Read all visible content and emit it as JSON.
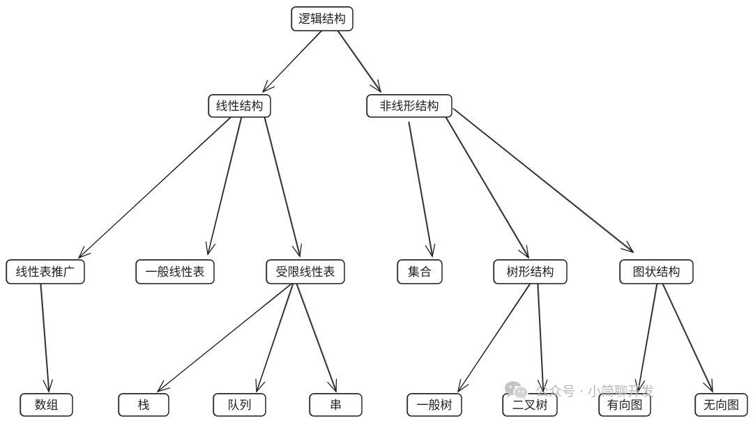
{
  "diagram": {
    "nodes": [
      {
        "id": "root",
        "label": "逻辑结构"
      },
      {
        "id": "linear",
        "label": "线性结构"
      },
      {
        "id": "nonlinear",
        "label": "非线形结构"
      },
      {
        "id": "generalized",
        "label": "线性表推广"
      },
      {
        "id": "general_list",
        "label": "一般线性表"
      },
      {
        "id": "restricted",
        "label": "受限线性表"
      },
      {
        "id": "set",
        "label": "集合"
      },
      {
        "id": "tree",
        "label": "树形结构"
      },
      {
        "id": "graph",
        "label": "图状结构"
      },
      {
        "id": "array",
        "label": "数组"
      },
      {
        "id": "stack",
        "label": "栈"
      },
      {
        "id": "queue",
        "label": "队列"
      },
      {
        "id": "string",
        "label": "串"
      },
      {
        "id": "general_tree",
        "label": "一般树"
      },
      {
        "id": "binary_tree",
        "label": "二叉树"
      },
      {
        "id": "directed_graph",
        "label": "有向图"
      },
      {
        "id": "undirected_graph",
        "label": "无向图"
      }
    ],
    "edges": [
      {
        "from": "root",
        "to": "linear"
      },
      {
        "from": "root",
        "to": "nonlinear"
      },
      {
        "from": "linear",
        "to": "generalized"
      },
      {
        "from": "linear",
        "to": "general_list"
      },
      {
        "from": "linear",
        "to": "restricted"
      },
      {
        "from": "nonlinear",
        "to": "set"
      },
      {
        "from": "nonlinear",
        "to": "tree"
      },
      {
        "from": "nonlinear",
        "to": "graph"
      },
      {
        "from": "generalized",
        "to": "array"
      },
      {
        "from": "restricted",
        "to": "stack"
      },
      {
        "from": "restricted",
        "to": "queue"
      },
      {
        "from": "restricted",
        "to": "string"
      },
      {
        "from": "tree",
        "to": "general_tree"
      },
      {
        "from": "tree",
        "to": "binary_tree"
      },
      {
        "from": "graph",
        "to": "directed_graph"
      },
      {
        "from": "graph",
        "to": "undirected_graph"
      }
    ]
  },
  "watermark": {
    "text": "公众号 · 小简聊开发",
    "icon": "wechat-icon"
  }
}
